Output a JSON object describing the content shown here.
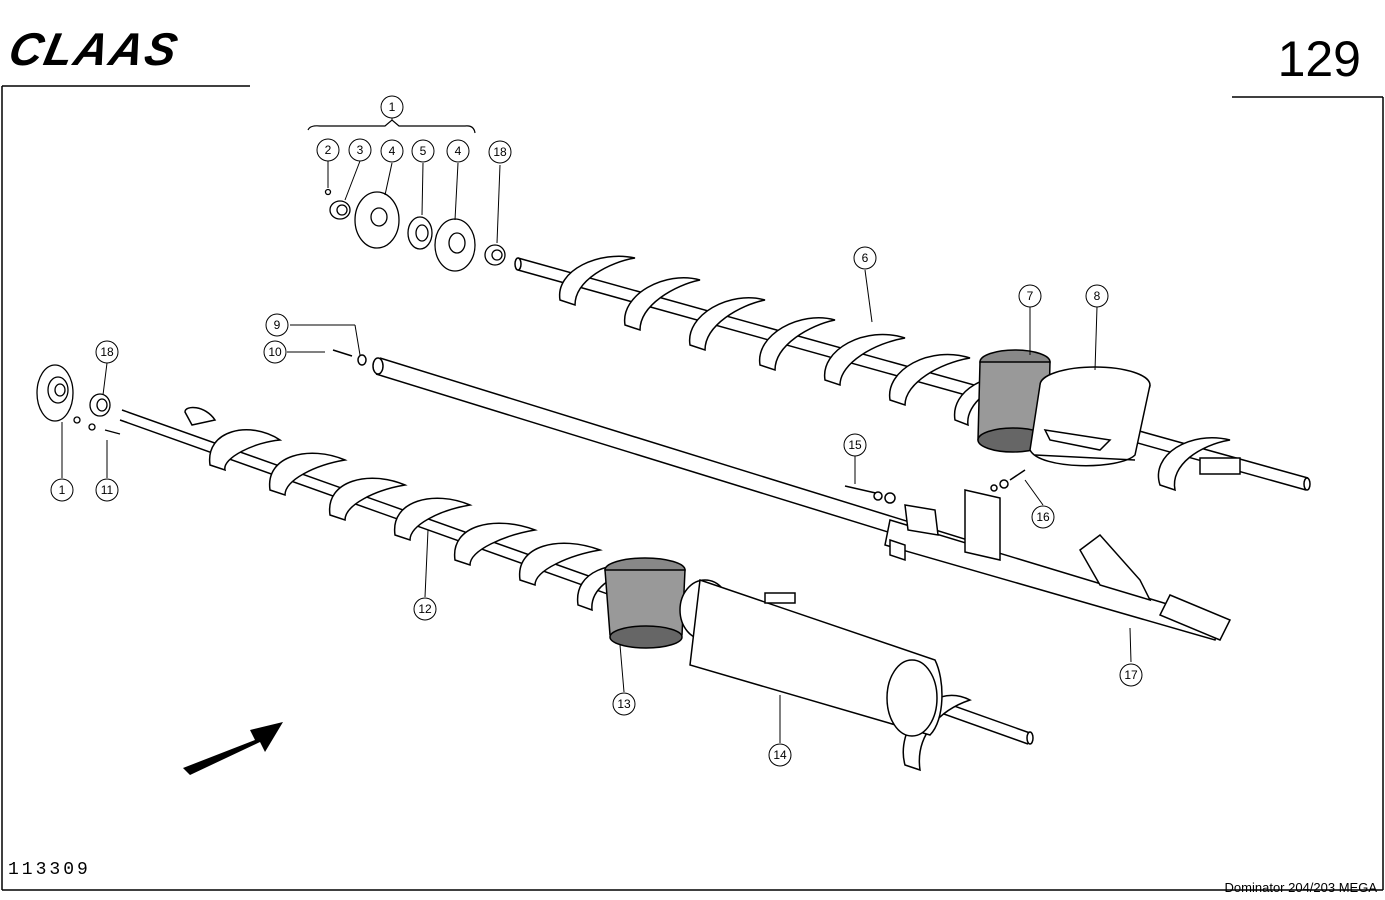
{
  "header": {
    "brand": "CLAAS",
    "page_number": "129"
  },
  "footer": {
    "drawing_number": "113309",
    "model": "Dominator 204/203 MEGA"
  },
  "callouts": [
    "1",
    "2",
    "3",
    "4",
    "5",
    "4",
    "18",
    "6",
    "7",
    "8",
    "9",
    "10",
    "18",
    "1",
    "11",
    "12",
    "13",
    "14",
    "15",
    "16",
    "17"
  ]
}
